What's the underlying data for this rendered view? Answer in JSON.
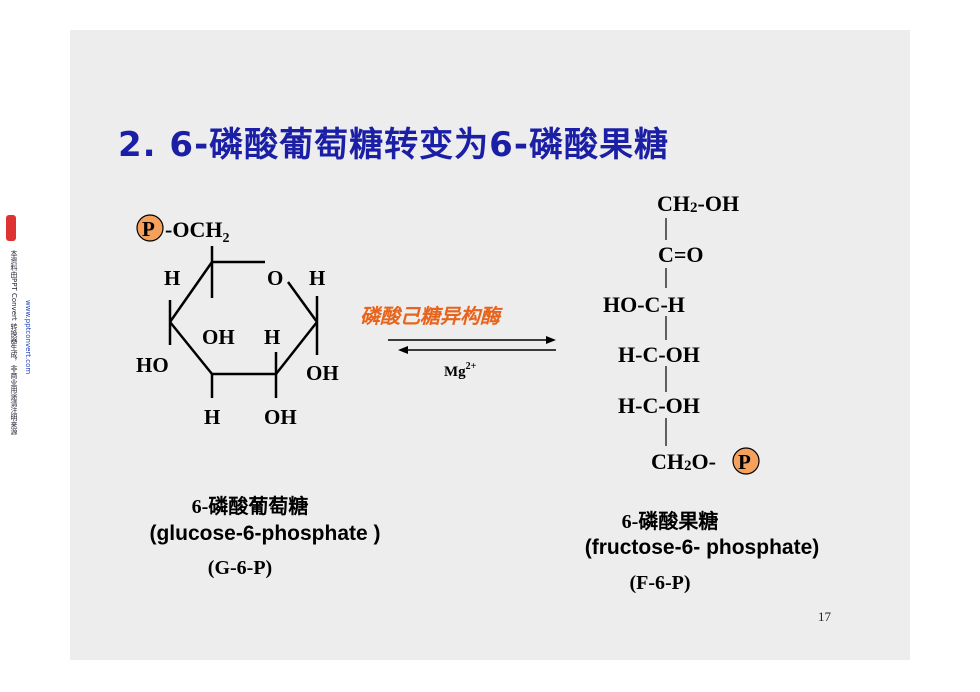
{
  "slide": {
    "title": "2. 6-磷酸葡萄糖转变为6-磷酸果糖",
    "page_number": "17"
  },
  "sidebar": {
    "text": "本资料由PPT Convert 转换器生成，非商业用途请注明来源",
    "link": "www.pptconvert.com"
  },
  "glucose": {
    "phosphate": "P",
    "och2": "-OCH",
    "och2_sub": "2",
    "ring_o": "O",
    "h_top_left": "H",
    "h_top_right": "H",
    "oh_c4": "OH",
    "h_c3": "H",
    "ho_c4": "HO",
    "oh_c1": "OH",
    "h_bottom": "H",
    "oh_bottom": "OH",
    "name_cn": "6-磷酸葡萄糖",
    "name_en": "(glucose-6-phosphate )",
    "abbr": "(G-6-P)"
  },
  "reaction": {
    "enzyme": "磷酸己糖异构酶",
    "cofactor": "Mg",
    "cofactor_sup": "2+",
    "enzyme_color": "#e8641c"
  },
  "fructose": {
    "c1": "CH",
    "c1_sub": "2",
    "c1_suffix": "-OH",
    "c2": "C=O",
    "c3": "HO-C-H",
    "c4": "H-C-OH",
    "c5": "H-C-OH",
    "c6": "CH",
    "c6_sub": "2",
    "c6_suffix": "O-",
    "phosphate": "P",
    "name_cn": "6-磷酸果糖",
    "name_en": "(fructose-6- phosphate)",
    "abbr": "(F-6-P)"
  },
  "colors": {
    "title": "#1b1fa6",
    "phosphate_fill": "#f5a15c",
    "slide_bg": "#ededed"
  }
}
